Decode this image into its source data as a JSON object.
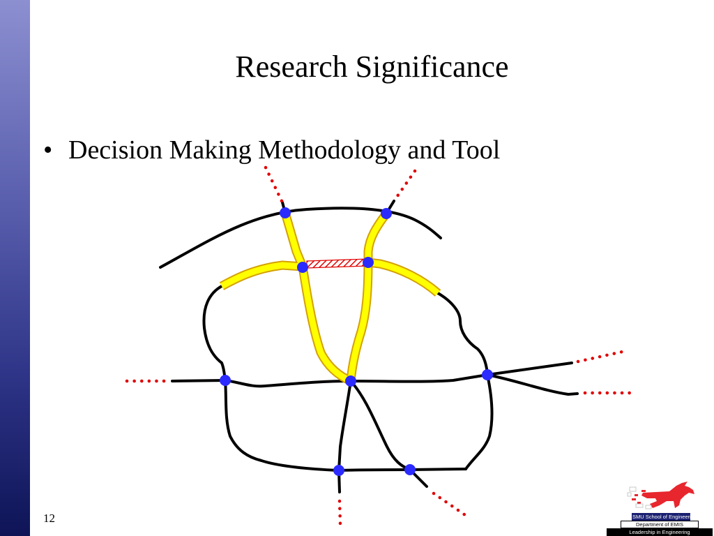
{
  "slide": {
    "title": "Research Significance",
    "bullet": "Decision Making Methodology and Tool",
    "page_number": "12"
  },
  "logo": {
    "line1": "SMU School of Engineering",
    "line2": "Department of EMIS",
    "line3": "Leadership in Engineering"
  },
  "colors": {
    "sidebar_top": "#8c8fd0",
    "sidebar_bottom": "#0e1456",
    "road": "#000000",
    "highlight_route": "#ffff00",
    "highlight_border": "#d4a000",
    "node": "#2b2bff",
    "dotted_exit": "#e00000",
    "hatched_link": "#e00000",
    "logo_mark": "#e8262e"
  }
}
